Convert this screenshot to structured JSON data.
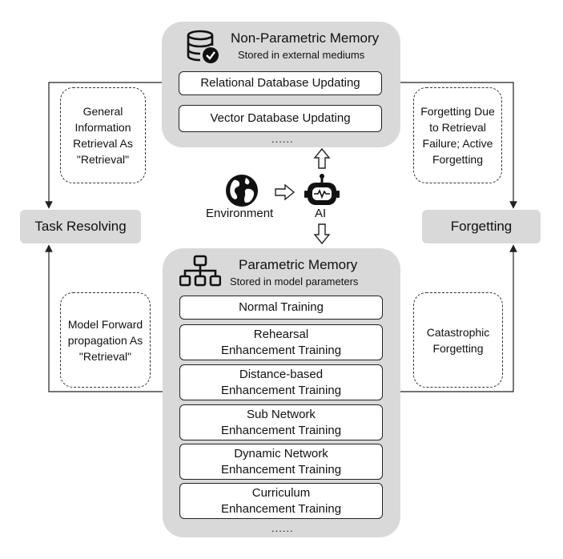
{
  "non_parametric": {
    "title": "Non-Parametric Memory",
    "subtitle": "Stored in external mediums",
    "items": [
      "Relational Database Updating",
      "Vector Database Updating"
    ],
    "more": "......",
    "icon": "database-check-icon"
  },
  "parametric": {
    "title": "Parametric Memory",
    "subtitle": "Stored in model parameters",
    "items": [
      "Normal Training",
      "Rehearsal\nEnhancement Training",
      "Distance-based\nEnhancement Training",
      "Sub Network\nEnhancement Training",
      "Dynamic Network\nEnhancement Training",
      "Curriculum\nEnhancement Training"
    ],
    "more": "......",
    "icon": "hierarchy-icon"
  },
  "center": {
    "environment_label": "Environment",
    "ai_label": "AI",
    "environment_icon": "globe-icon",
    "ai_icon": "robot-icon"
  },
  "task_resolving": {
    "label": "Task Resolving",
    "retrieval_top": "General\nInformation\nRetrieval As\n\"Retrieval\"",
    "retrieval_bottom": "Model Forward\npropagation As\n\"Retrieval\""
  },
  "forgetting": {
    "label": "Forgetting",
    "reason_top": "Forgetting Due\nto Retrieval\nFailure; Active\nForgetting",
    "reason_bottom": "Catastrophic\nForgetting"
  },
  "colors": {
    "panel": "#d9d9d9",
    "line": "#222222"
  }
}
